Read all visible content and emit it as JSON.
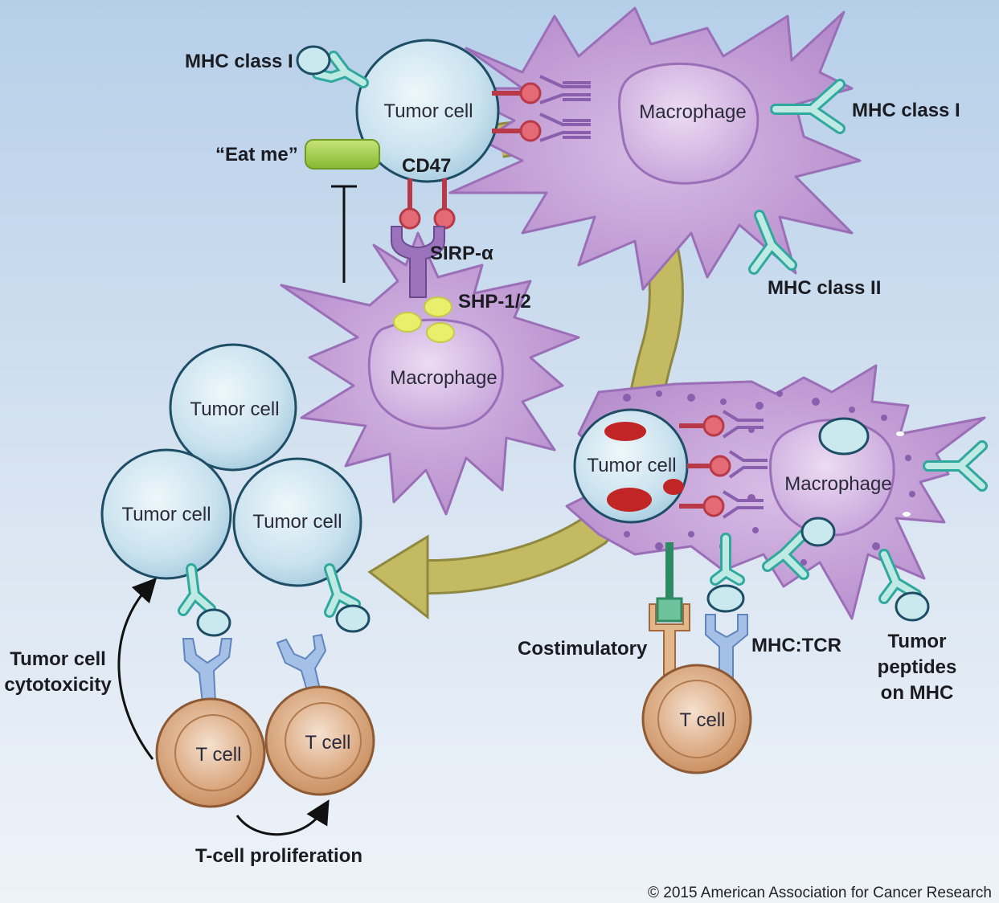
{
  "labels": {
    "mhc1_top_left": "MHC class I",
    "tumor_top": "Tumor cell",
    "macrophage_top": "Macrophage",
    "mhc1_right": "MHC class I",
    "eat_me": "“Eat me”",
    "cd47": "CD47",
    "sirp": "SIRP-α",
    "shp": "SHP-1/2",
    "mhc2": "MHC class II",
    "macrophage_mid": "Macrophage",
    "tumor_cluster_top": "Tumor cell",
    "tumor_cluster_left": "Tumor cell",
    "tumor_cluster_right": "Tumor cell",
    "tumor_engulfed": "Tumor cell",
    "macrophage_right": "Macrophage",
    "costim": "Costimulatory",
    "mhc_tcr": "MHC:TCR",
    "tumor_peptides_1": "Tumor",
    "tumor_peptides_2": "peptides",
    "tumor_peptides_3": "on MHC",
    "cytotox_1": "Tumor cell",
    "cytotox_2": "cytotoxicity",
    "tcell_left": "T cell",
    "tcell_mid": "T cell",
    "tcell_right": "T cell",
    "proliferation": "T-cell proliferation",
    "copyright": "© 2015 American Association for Cancer Research"
  },
  "colors": {
    "background_top": "#b6cfe9",
    "background_bottom": "#eef3f9",
    "tumor_cell": "#cfe6f0",
    "macrophage": "#c7a5d6",
    "macrophage_nucleus": "#d9c0e6",
    "mhc_teal": "#2fa89e",
    "cd47_red": "#c8424f",
    "receptor_purple": "#8a5fae",
    "tcr_blue": "#8fb0da",
    "t_cell": "#d8a47a",
    "eat_me_green": "#9ccc3c",
    "shp_yellow": "#e9ef6a",
    "arrow_olive": "#bdb35b",
    "costim_tan": "#c7905c",
    "costim_green": "#2e8a62"
  }
}
